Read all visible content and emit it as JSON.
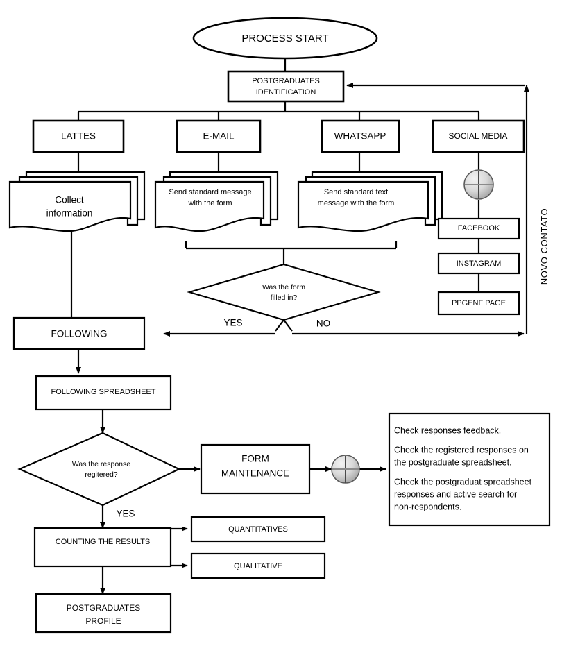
{
  "diagram": {
    "title": "Postgraduate contact and data collection process flowchart",
    "colors": {
      "stroke": "#000000",
      "fill": "#ffffff",
      "connector_circle_dark": "#8c8c8c",
      "connector_circle_light": "#e8e8e8"
    },
    "nodes": {
      "process_start": "PROCESS START",
      "postgraduates_identification_line1": "POSTGRADUATES",
      "postgraduates_identification_line2": "IDENTIFICATION",
      "lattes": "LATTES",
      "email": "E-MAIL",
      "whatsapp": "WHATSAPP",
      "social_media": "SOCIAL MEDIA",
      "collect_information_line1": "Collect",
      "collect_information_line2": "information",
      "email_doc_line1": "Send standard message",
      "email_doc_line2": "with the form",
      "whatsapp_doc_line1": "Send standard text",
      "whatsapp_doc_line2": "message with the form",
      "facebook": "FACEBOOK",
      "instagram": "INSTAGRAM",
      "ppgenf_page": "PPGENF PAGE",
      "decision_form_line1": "Was the form",
      "decision_form_line2": "filled in?",
      "following": "FOLLOWING",
      "following_spreadsheet": "FOLLOWING SPREADSHEET",
      "decision_response_line1": "Was the response",
      "decision_response_line2": "regitered?",
      "form_maintenance_line1": "FORM",
      "form_maintenance_line2": "MAINTENANCE",
      "counting_the_results": "COUNTING THE RESULTS",
      "quantitatives": "QUANTITATIVES",
      "qualitative": "QUALITATIVE",
      "postgraduates_profile_line1": "POSTGRADUATES",
      "postgraduates_profile_line2": "PROFILE"
    },
    "edge_labels": {
      "yes_form": "YES",
      "no_form": "NO",
      "yes_response": "YES",
      "novo_contato": "NOVO CONTATO"
    },
    "notes_box": {
      "line1": "Check responses feedback.",
      "line2": "Check the registered responses on",
      "line3": "the postgraduate spreadsheet.",
      "line4": "Check the postgraduat spreadsheet",
      "line5": "responses and active search for",
      "line6": "non-respondents."
    }
  }
}
